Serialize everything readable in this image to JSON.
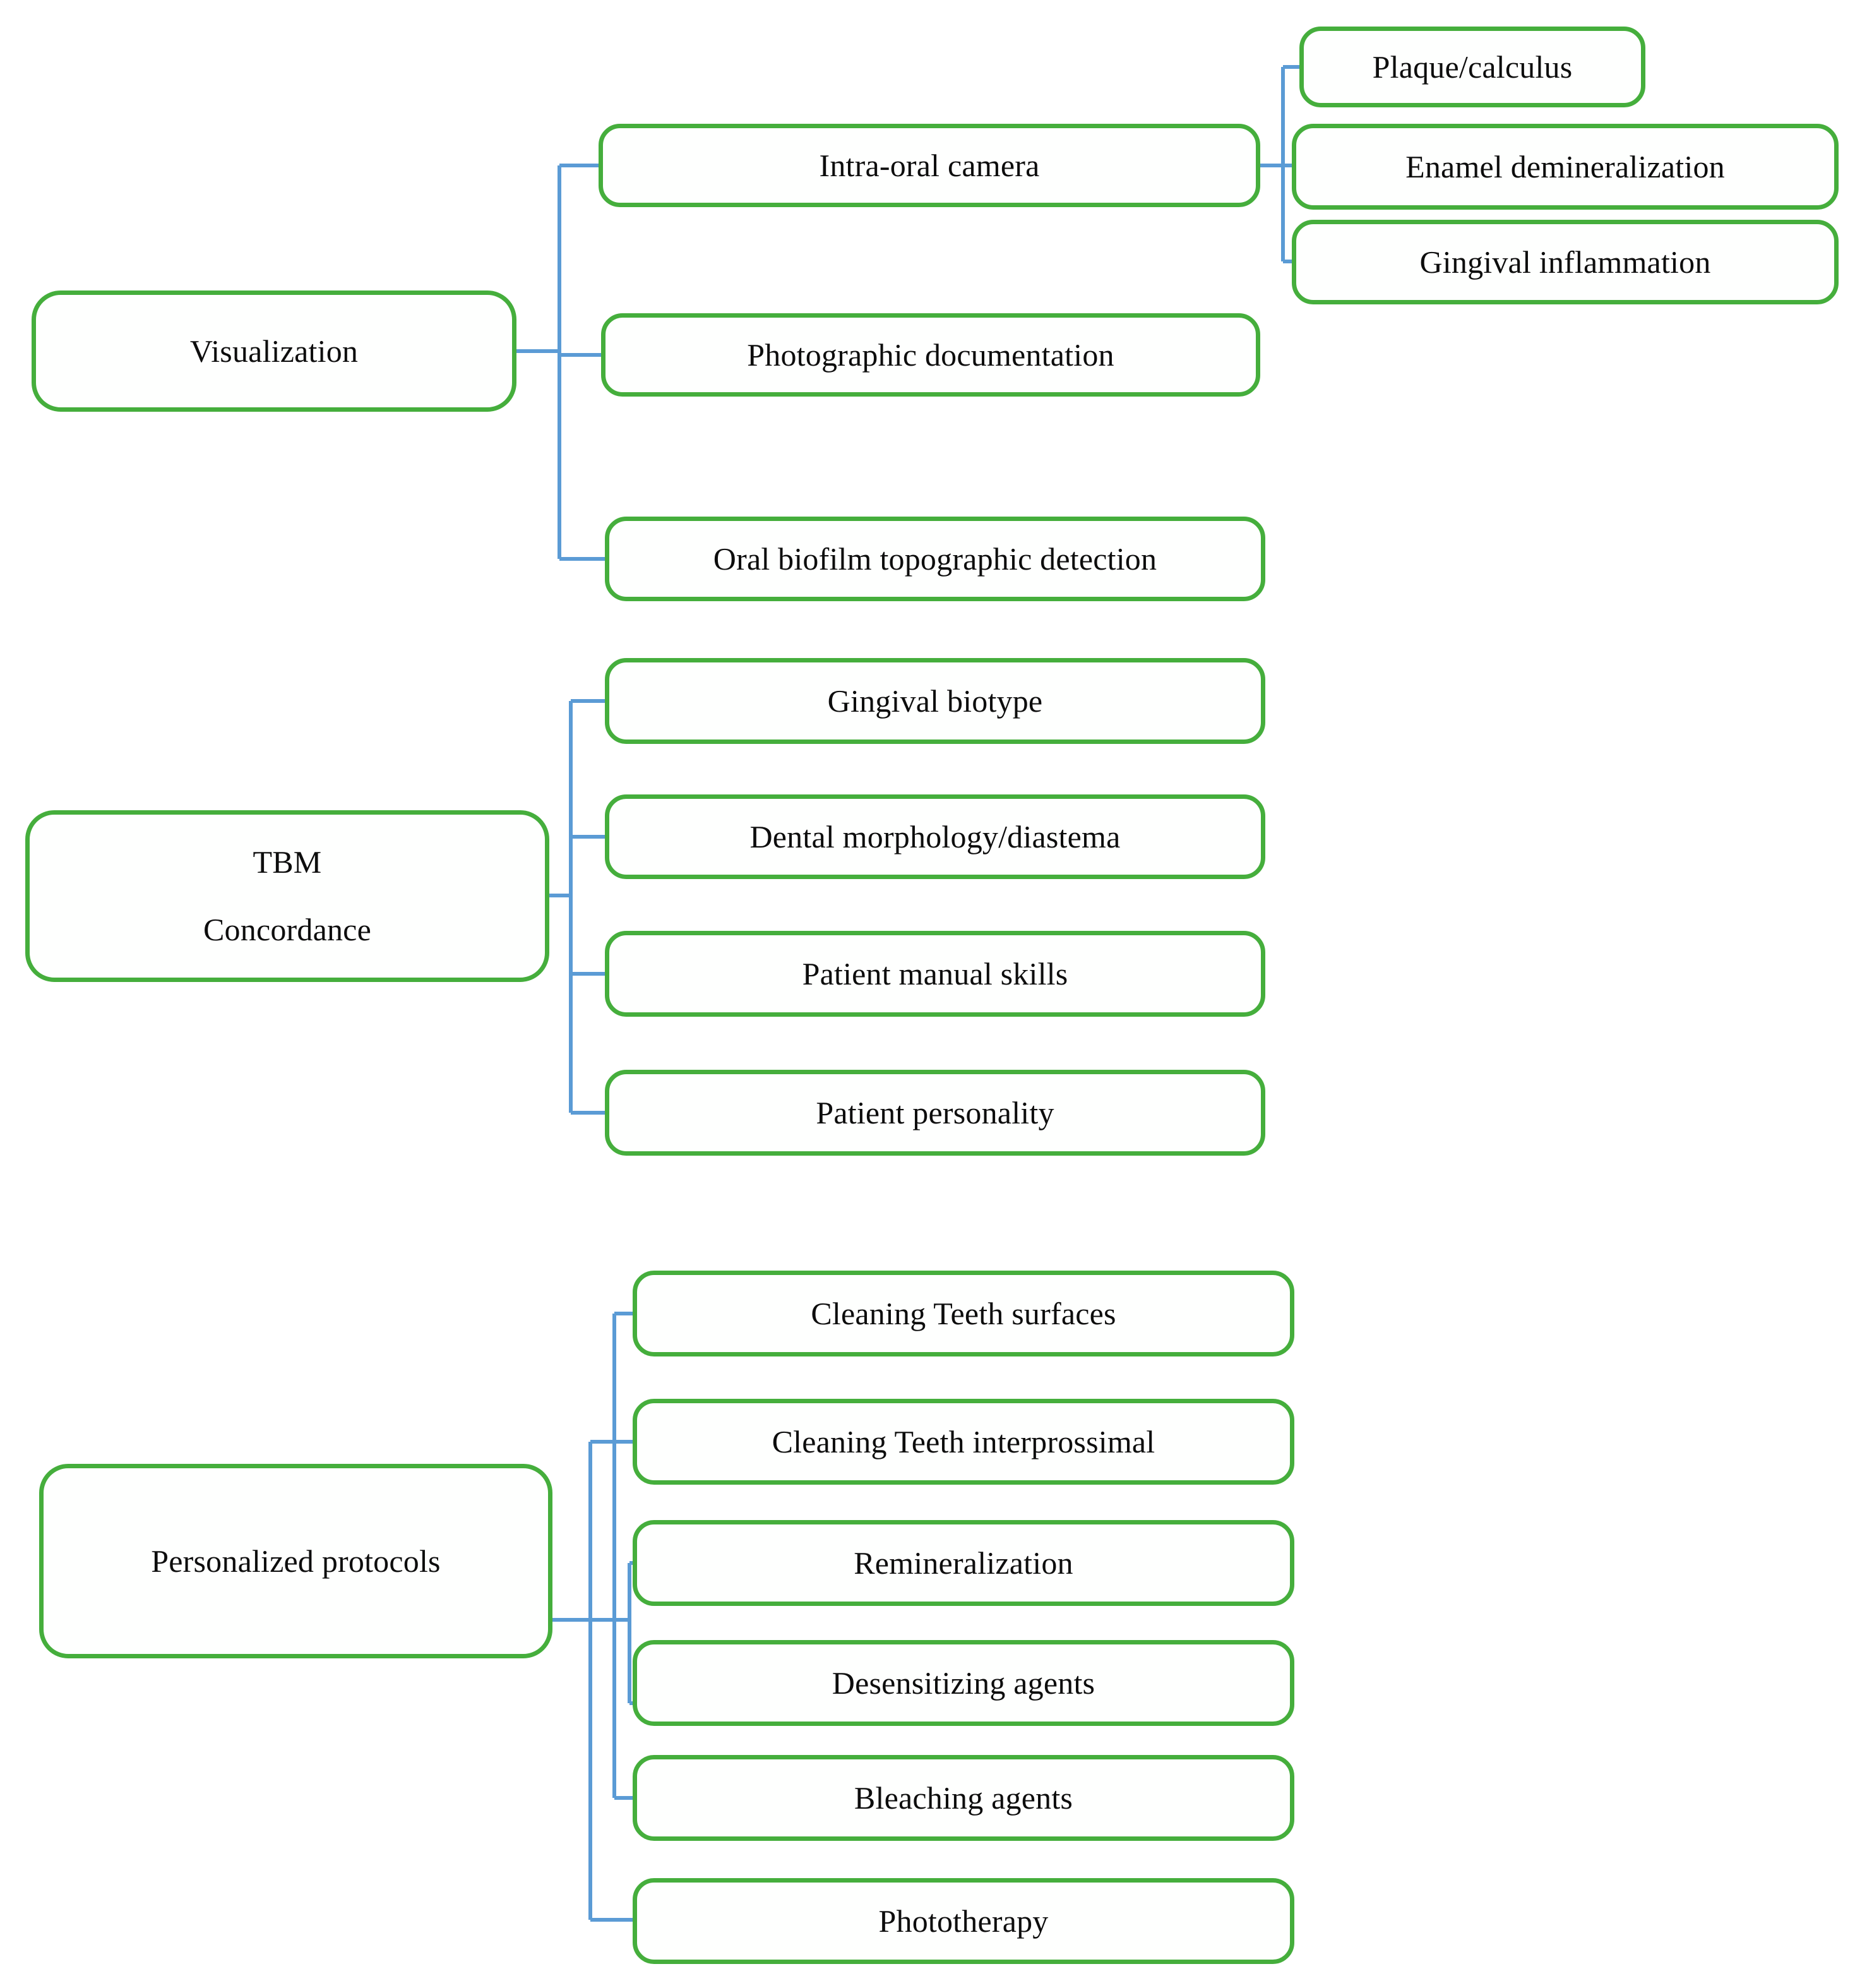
{
  "diagram": {
    "type": "flowchart-tree",
    "orientation": "left-to-right",
    "colors": {
      "node_border": "#45ae3c",
      "node_fill": "#fefffe",
      "connector": "#5b9bd5",
      "text": "#0d0d0d",
      "background": "#ffffff"
    },
    "branches": [
      {
        "id": "visualization",
        "root": {
          "label": "Visualization"
        },
        "children": [
          {
            "id": "intra-oral-camera",
            "label": "Intra-oral camera",
            "children": [
              {
                "id": "plaque-calculus",
                "label": "Plaque/calculus"
              },
              {
                "id": "enamel-demineralization",
                "label": "Enamel demineralization"
              },
              {
                "id": "gingival-inflammation",
                "label": "Gingival inflammation"
              }
            ]
          },
          {
            "id": "photographic-documentation",
            "label": "Photographic documentation",
            "children": []
          },
          {
            "id": "oral-biofilm-topographic-detection",
            "label": "Oral biofilm topographic detection",
            "children": []
          }
        ]
      },
      {
        "id": "tbm-concordance",
        "root": {
          "label_line_1": "TBM",
          "label_line_2": "Concordance"
        },
        "children": [
          {
            "id": "gingival-biotype",
            "label": "Gingival biotype",
            "children": []
          },
          {
            "id": "dental-morphology-diastema",
            "label": "Dental morphology/diastema",
            "children": []
          },
          {
            "id": "patient-manual-skills",
            "label": "Patient manual skills",
            "children": []
          },
          {
            "id": "patient-personality",
            "label": "Patient personality",
            "children": []
          }
        ]
      },
      {
        "id": "personalized-protocols",
        "root": {
          "label": "Personalized protocols"
        },
        "children": [
          {
            "id": "cleaning-teeth-surfaces",
            "label": "Cleaning Teeth surfaces",
            "children": []
          },
          {
            "id": "cleaning-teeth-interprossimal",
            "label": "Cleaning Teeth interprossimal",
            "children": []
          },
          {
            "id": "remineralization",
            "label": "Remineralization",
            "children": []
          },
          {
            "id": "desensitizing-agents",
            "label": "Desensitizing agents",
            "children": []
          },
          {
            "id": "bleaching-agents",
            "label": "Bleaching agents",
            "children": []
          },
          {
            "id": "phototherapy",
            "label": "Phototherapy",
            "children": []
          }
        ]
      }
    ]
  }
}
